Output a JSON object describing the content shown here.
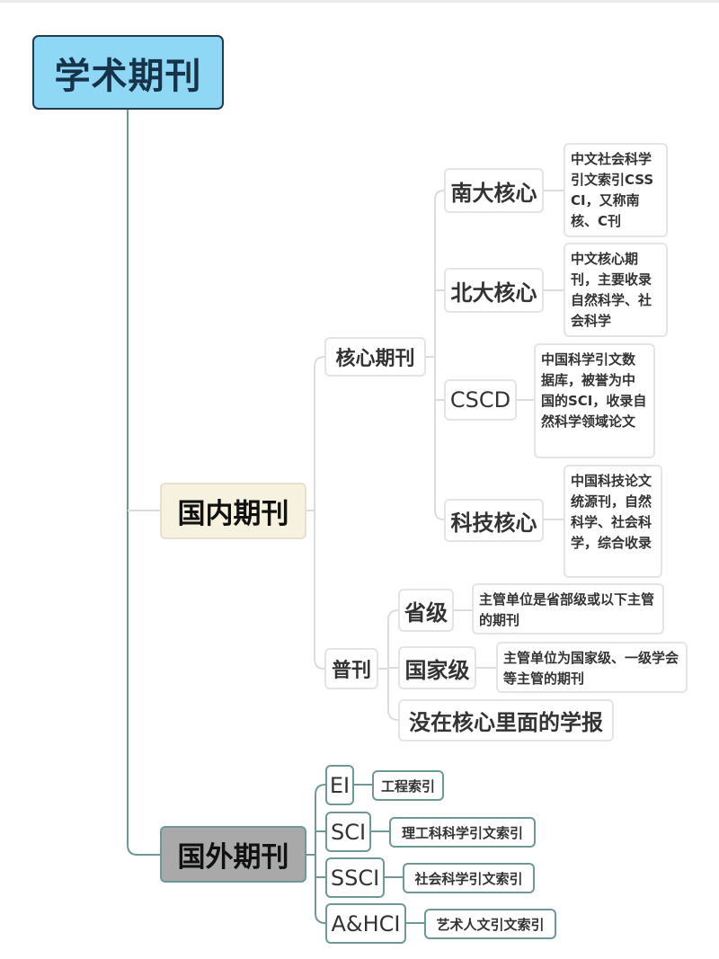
{
  "root": {
    "label": "学术期刊"
  },
  "domestic": {
    "label": "国内期刊",
    "core": {
      "label": "核心期刊",
      "items": [
        {
          "label": "南大核心",
          "desc": "中文社会科学引文索引CSSCI，又称南核、C刊"
        },
        {
          "label": "北大核心",
          "desc": "中文核心期刊，主要收录自然科学、社会科学"
        },
        {
          "label": "CSCD",
          "desc": "中国科学引文数据库，被誉为中国的SCI，收录自然科学领域论文"
        },
        {
          "label": "科技核心",
          "desc": "中国科技论文统源刊，自然科学、社会科学，综合收录"
        }
      ]
    },
    "general": {
      "label": "普刊",
      "items": [
        {
          "label": "省级",
          "desc": "主管单位是省部级或以下主管的期刊"
        },
        {
          "label": "国家级",
          "desc": "主管单位为国家级、一级学会等主管的期刊"
        },
        {
          "label": "没在核心里面的学报"
        }
      ]
    }
  },
  "foreign": {
    "label": "国外期刊",
    "items": [
      {
        "label": "EI",
        "desc": "工程索引"
      },
      {
        "label": "SCI",
        "desc": "理工科科学引文索引"
      },
      {
        "label": "SSCI",
        "desc": "社会科学引文索引"
      },
      {
        "label": "A&HCI",
        "desc": "艺术人文引文索引"
      }
    ]
  },
  "colors": {
    "root_fill": "#8fd8f5",
    "root_border": "#1f3b4d",
    "domestic_fill": "#f7f2df",
    "foreign_fill": "#a9a9a9",
    "foreign_line": "#6f9795",
    "domestic_line": "#dcdcdc"
  }
}
